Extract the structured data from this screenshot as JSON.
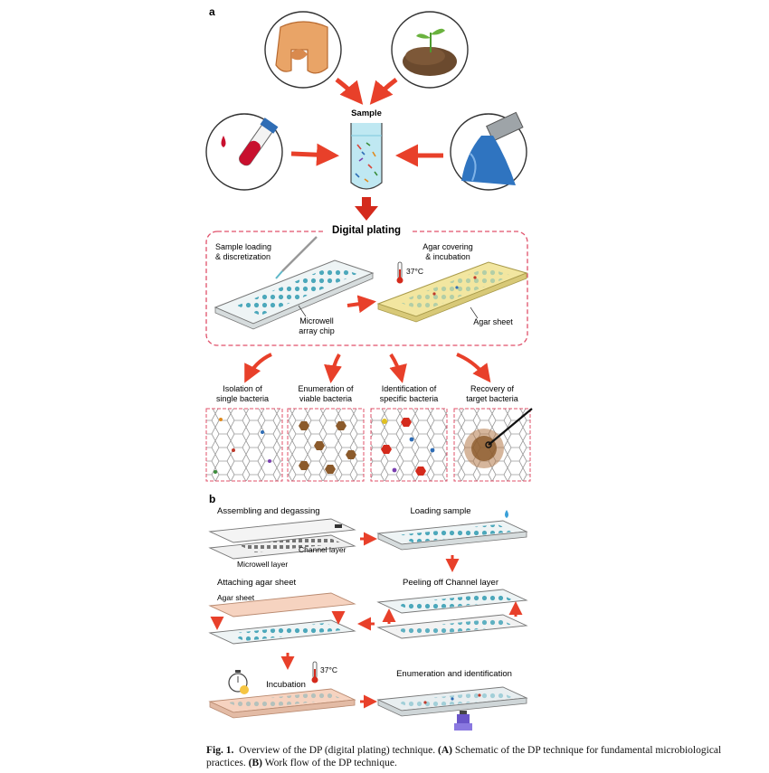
{
  "panel_a": {
    "label": "a",
    "sample_label": "Sample",
    "section_title": "Digital plating",
    "step_loading": [
      "Sample loading",
      "& discretization"
    ],
    "step_agar": [
      "Agar covering",
      "& incubation"
    ],
    "temperature": "37°C",
    "chip_label": [
      "Microwell",
      "array chip"
    ],
    "agar_label": "Agar sheet",
    "applications": [
      {
        "line1": "Isolation of",
        "line2": "single bacteria"
      },
      {
        "line1": "Enumeration of",
        "line2": "viable bacteria"
      },
      {
        "line1": "Identification of",
        "line2": "specific bacteria"
      },
      {
        "line1": "Recovery of",
        "line2": "target bacteria"
      }
    ]
  },
  "panel_b": {
    "label": "b",
    "steps": {
      "assembling": "Assembling and degassing",
      "loading": "Loading sample",
      "attaching": "Attaching agar sheet",
      "peeling": "Peeling off Channel layer",
      "incubation": "Incubation",
      "enumeration": "Enumeration and identification"
    },
    "channel_layer": "Channel layer",
    "microwell_layer": "Microwell layer",
    "agar_sheet": "Agar sheet",
    "temperature": "37°C"
  },
  "caption": {
    "fig_label": "Fig. 1.",
    "text1": "Overview of the DP (digital plating) technique. ",
    "a_label": "(A)",
    "text2": " Schematic of the DP technique for fundamental microbiological practices. ",
    "b_label": "(B)",
    "text3": " Work flow of the DP technique."
  },
  "colors": {
    "arrow": "#e8402a",
    "dashed_box": "#e0506a",
    "chip": "#5fb8c8",
    "agar": "#f2e6a0",
    "colony": "#8b5a2b",
    "agar_sheet_b": "#f6d3c0"
  }
}
